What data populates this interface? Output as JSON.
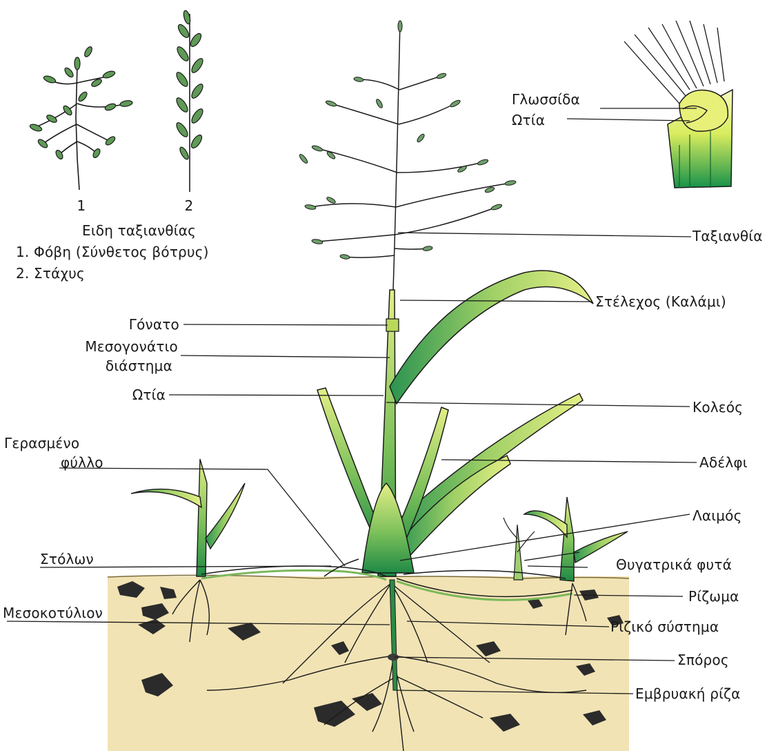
{
  "inflorescence_types": {
    "number_1": "1",
    "number_2": "2",
    "heading": "Ειδη ταξιανθίας",
    "item_1": "1. Φόβη (Σύνθετος βότρυς)",
    "item_2": "2. Στάχυς"
  },
  "inset_labels": {
    "ligule": "Γλωσσίδα",
    "auricle": "Ωτία"
  },
  "left_labels": {
    "node": "Γόνατο",
    "internode_line1": "Μεσογονάτιο",
    "internode_line2": "διάστημα",
    "auricle": "Ωτία",
    "germinated_leaf_line1": "Γερασμένο",
    "germinated_leaf_line2": "φύλλο",
    "stolon": "Στόλων",
    "mesocotyl": "Μεσοκοτύλιον"
  },
  "right_labels": {
    "inflorescence": "Ταξιανθία",
    "stem": "Στέλεχος (Καλάμι)",
    "sheath": "Κολεός",
    "tiller": "Αδέλφι",
    "crown": "Λαιμός",
    "daughter_plants": "Θυγατρικά φυτά",
    "rhizome": "Ρίζωμα",
    "root_system": "Ριζικό σύστημα",
    "seed": "Σπόρος",
    "embryonic_root": "Εμβρυακή ρίζα"
  },
  "colors": {
    "soil": "#f1e3b4",
    "leaf_light": "#dcea7a",
    "leaf_dark": "#1f8a45",
    "outline": "#1a1a1a"
  }
}
